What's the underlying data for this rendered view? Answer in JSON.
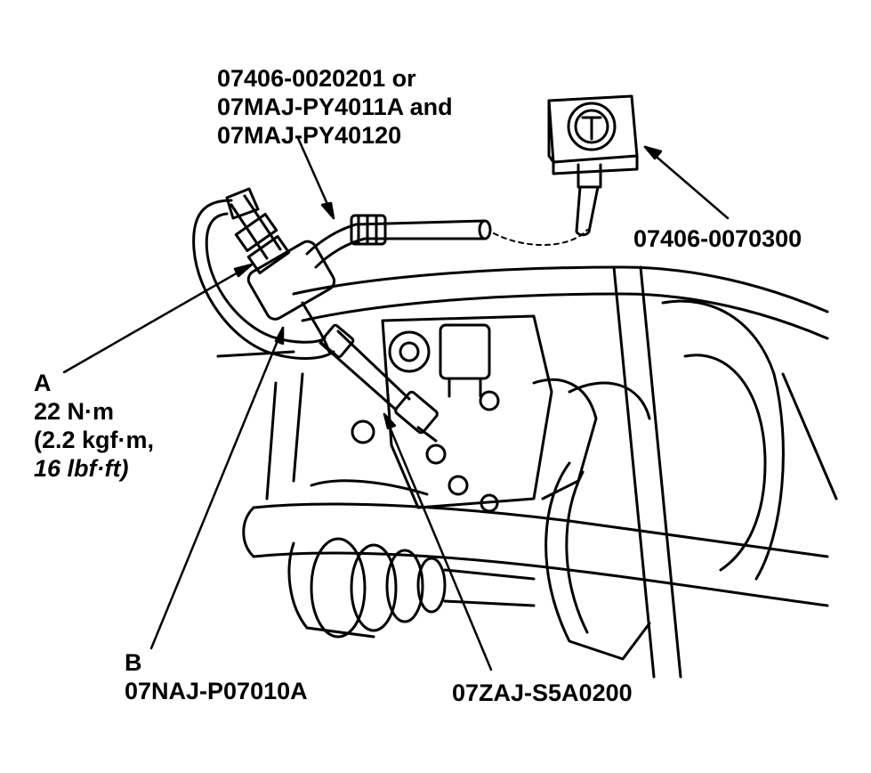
{
  "labels": {
    "gauge_hose_line1": "07406-0020201 or",
    "gauge_hose_line2": "07MAJ-PY4011A and",
    "gauge_hose_line3": "07MAJ-PY40120",
    "pressure_gauge": "07406-0070300",
    "part_a_letter": "A",
    "part_a_torque_nm": "22 N·m",
    "part_a_torque_kgf": "(2.2 kgf·m,",
    "part_a_torque_lbf": "16 lbf·ft)",
    "part_b_letter": "B",
    "part_b_tool": "07NAJ-P07010A",
    "adapter_tool": "07ZAJ-S5A0200"
  },
  "colors": {
    "ink": "#000000",
    "paper": "#ffffff"
  }
}
